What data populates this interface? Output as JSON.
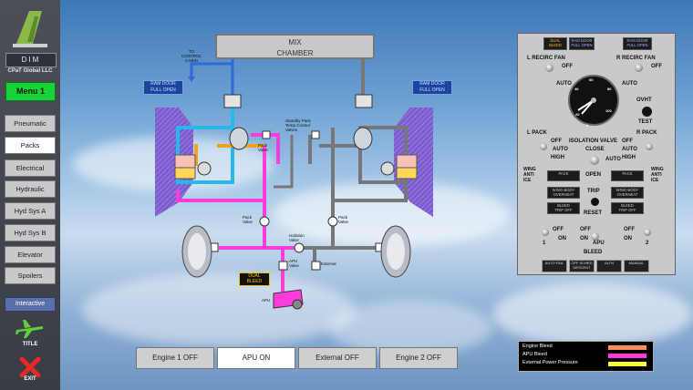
{
  "sidebar": {
    "logo_text": "DIM",
    "company": "CPaT Global LLC",
    "menu_label": "Menu 1",
    "items": [
      {
        "label": "Pneumatic",
        "active": false
      },
      {
        "label": "Packs",
        "active": true
      },
      {
        "label": "Electrical",
        "active": false
      },
      {
        "label": "Hydraulic",
        "active": false
      },
      {
        "label": "Hyd Sys A",
        "active": false
      },
      {
        "label": "Hyd Sys B",
        "active": false
      },
      {
        "label": "Elevator",
        "active": false
      },
      {
        "label": "Spoilers",
        "active": false
      }
    ],
    "interactive_label": "Interactive",
    "title_label": "TITLE",
    "exit_label": "EXIT"
  },
  "diagram": {
    "mix_chamber_line1": "MIX",
    "mix_chamber_line2": "CHAMBER",
    "to_control_cabin_line1": "TO",
    "to_control_cabin_line2": "CONTROL",
    "to_control_cabin_line3": "CABIN",
    "ram_door_left_line1": "RAM DOOR",
    "ram_door_left_line2": "FULL OPEN",
    "ram_door_right_line1": "RAM DOOR",
    "ram_door_right_line2": "FULL OPEN",
    "standby_valves_line1": "Standby Pack",
    "standby_valves_line2": "Temp Control",
    "standby_valves_line3": "Valves",
    "pack_valve_left_top_line1": "Pack",
    "pack_valve_left_top_line2": "Valve",
    "pack_valve_left_line1": "Pack",
    "pack_valve_left_line2": "Valve",
    "pack_valve_right_line1": "Pack",
    "pack_valve_right_line2": "Valve",
    "isolation_valve_line1": "Isolation",
    "isolation_valve_line2": "Valve",
    "apu_valve_line1": "APU",
    "apu_valve_line2": "Valve",
    "external_label": "External",
    "apu_label": "APU",
    "dual_bleed_line1": "DUAL",
    "dual_bleed_line2": "BLEED"
  },
  "bottom_buttons": [
    {
      "label": "Engine 1 OFF",
      "active": false
    },
    {
      "label": "APU ON",
      "active": true
    },
    {
      "label": "External OFF",
      "active": false
    },
    {
      "label": "Engine 2 OFF",
      "active": false
    }
  ],
  "legend": {
    "items": [
      {
        "label": "Engine Bleed",
        "color": "#ff8c5a"
      },
      {
        "label": "APU Bleed",
        "color": "#ff3bdc"
      },
      {
        "label": "External Power Pressure",
        "color": "#ffff33"
      }
    ]
  },
  "panel": {
    "dual_bleed_line1": "DUAL",
    "dual_bleed_line2": "BLEED",
    "ram_door_left_line1": "RAM DOOR",
    "ram_door_left_line2": "FULL OPEN",
    "ram_door_right_line1": "RAM DOOR",
    "ram_door_right_line2": "FULL OPEN",
    "l_recirc_fan": "L RECIRC FAN",
    "r_recirc_fan": "R RECIRC FAN",
    "off_left": "OFF",
    "off_right": "OFF",
    "auto_left": "AUTO",
    "auto_right": "AUTO",
    "ovht": "OVHT",
    "test": "TEST",
    "l_pack": "L PACK",
    "r_pack": "R PACK",
    "isolation_valve": "ISOLATION VALVE",
    "iso_close": "CLOSE",
    "iso_auto": "AUTO",
    "iso_open": "OPEN",
    "lpack_off": "OFF",
    "lpack_auto": "AUTO",
    "lpack_high": "HIGH",
    "rpack_off": "OFF",
    "rpack_auto": "AUTO",
    "rpack_high": "HIGH",
    "wing_anti_ice_left_line1": "WING",
    "wing_anti_ice_left_line2": "ANTI",
    "wing_anti_ice_left_line3": "ICE",
    "wing_anti_ice_right_line1": "WING",
    "wing_anti_ice_right_line2": "ANTI",
    "wing_anti_ice_right_line3": "ICE",
    "pack_annun_left": "PACK",
    "pack_annun_right": "PACK",
    "wing_body_left_line1": "WING-BODY",
    "wing_body_left_line2": "OVERHEAT",
    "wing_body_right_line1": "WING-BODY",
    "wing_body_right_line2": "OVERHEAT",
    "bleed_trip_left_line1": "BLEED",
    "bleed_trip_left_line2": "TRIP OFF",
    "bleed_trip_right_line1": "BLEED",
    "bleed_trip_right_line2": "TRIP OFF",
    "trip": "TRIP",
    "reset": "RESET",
    "bleed1_off": "OFF",
    "bleed1_on": "ON",
    "bleed1_num": "1",
    "apu_off": "OFF",
    "apu_on": "ON",
    "apu_label": "APU",
    "bleed2_off": "OFF",
    "bleed2_on": "ON",
    "bleed2_num": "2",
    "bleed_label": "BLEED",
    "gauge_ticks": [
      "0",
      "20",
      "40",
      "60",
      "80",
      "100"
    ],
    "footer_buttons": [
      "AUTO FAIL",
      "OFF SCHED DESCENT",
      "ALTN",
      "MANUAL"
    ]
  }
}
